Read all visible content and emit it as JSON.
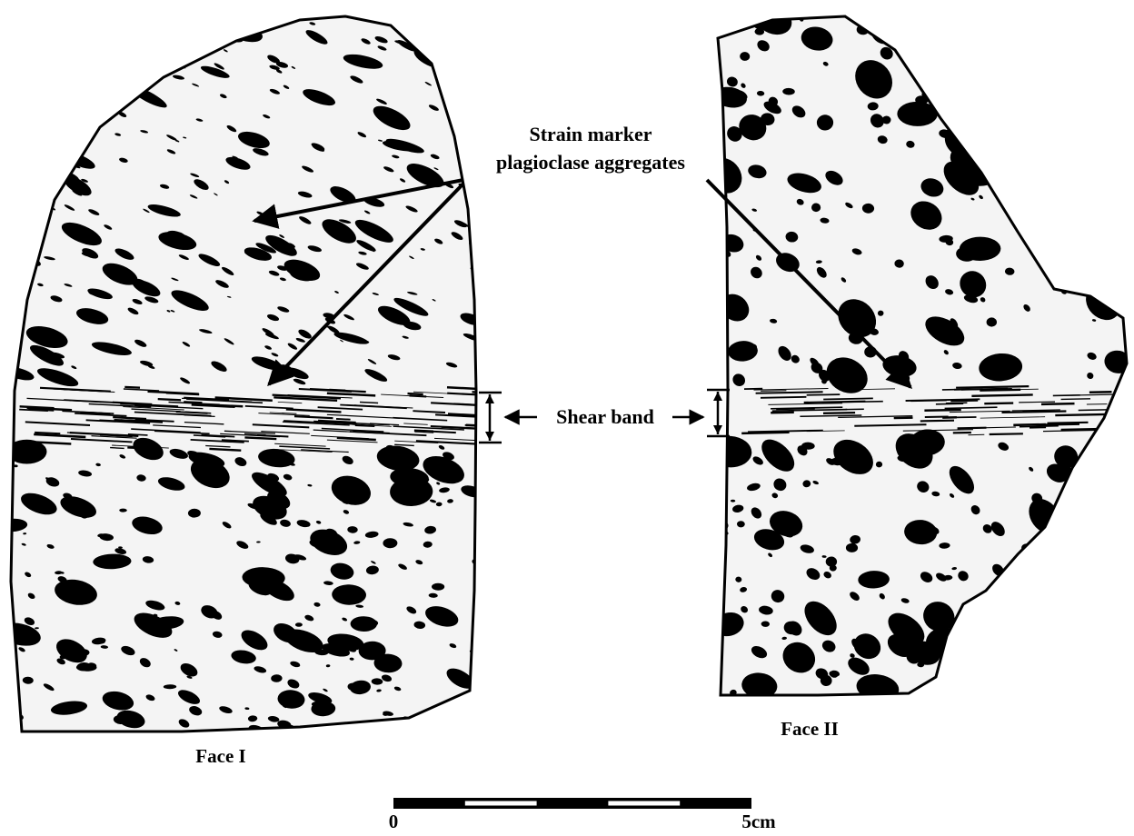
{
  "labels": {
    "strain_marker_line1": "Strain marker",
    "strain_marker_line2": "plagioclase aggregates",
    "shear_band": "Shear band",
    "face_one": "Face I",
    "face_two": "Face II"
  },
  "scale_bar": {
    "start_label": "0",
    "end_label": "5cm",
    "segments": 5
  },
  "colors": {
    "ink": "#000000",
    "background": "#ffffff",
    "rock_matrix": "#f4f4f4"
  }
}
